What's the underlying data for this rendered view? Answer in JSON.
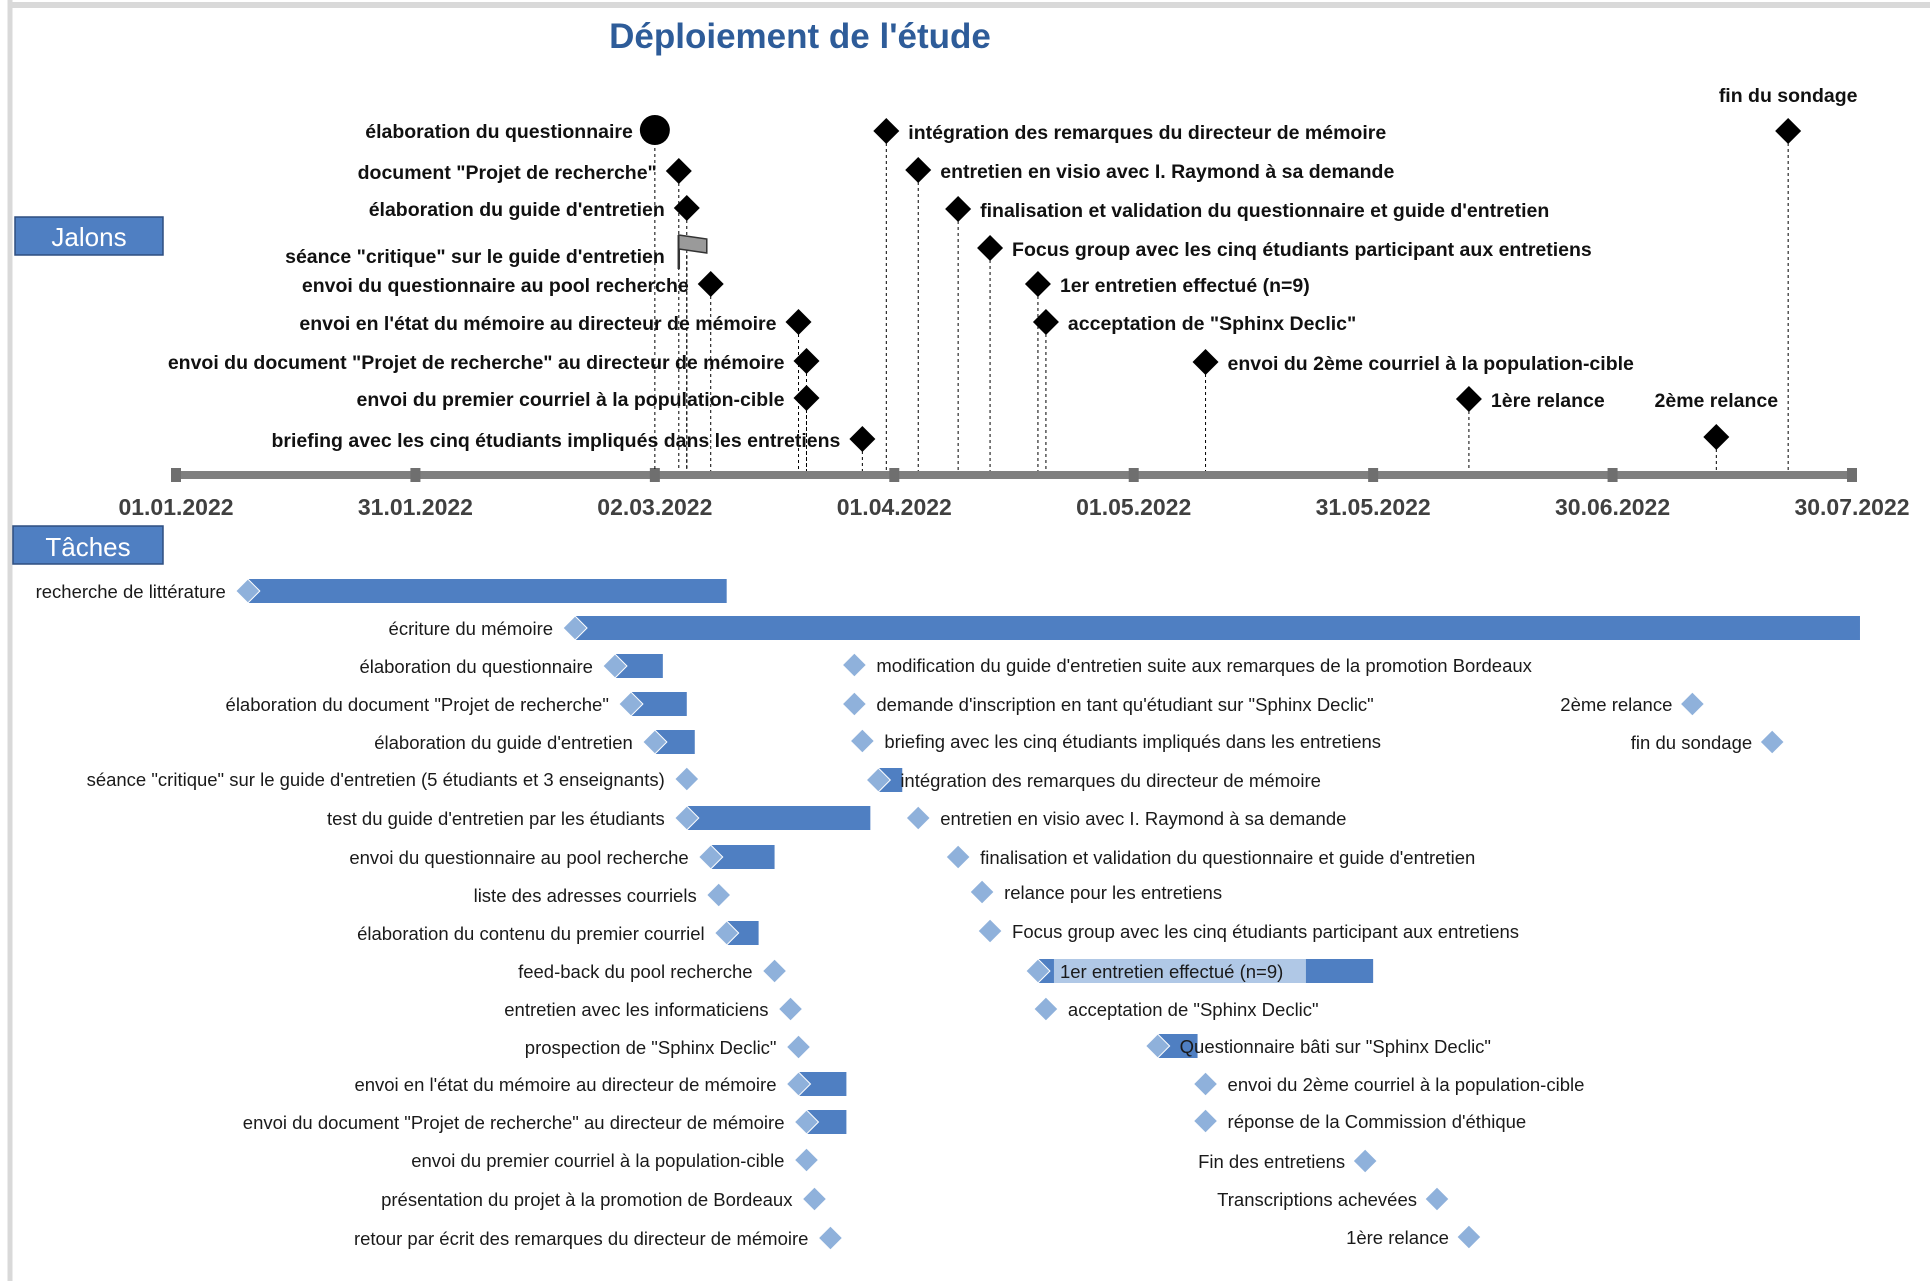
{
  "title": "Déploiement de l'étude",
  "sections": {
    "milestones": "Jalons",
    "tasks": "Tâches"
  },
  "colors": {
    "title": "#2e5c99",
    "bar": "#4f7fc2",
    "bar_pale": "#b0c8e6",
    "diamond_task": "#8fb1db",
    "axis": "#7f7f7f",
    "milestone": "#000000"
  },
  "axis": {
    "start": "2022-01-01",
    "end": "2022-07-30",
    "ticks": [
      {
        "date": "2022-01-01",
        "label": "01.01.2022"
      },
      {
        "date": "2022-01-31",
        "label": "31.01.2022"
      },
      {
        "date": "2022-03-02",
        "label": "02.03.2022"
      },
      {
        "date": "2022-04-01",
        "label": "01.04.2022"
      },
      {
        "date": "2022-05-01",
        "label": "01.05.2022"
      },
      {
        "date": "2022-05-31",
        "label": "31.05.2022"
      },
      {
        "date": "2022-06-30",
        "label": "30.06.2022"
      },
      {
        "date": "2022-07-30",
        "label": "30.07.2022"
      }
    ]
  },
  "milestones": [
    {
      "label": "élaboration du questionnaire",
      "date": "2022-03-02",
      "marker": "circle",
      "side": "left"
    },
    {
      "label": "document \"Projet de recherche\"",
      "date": "2022-03-05",
      "marker": "diamond",
      "side": "left"
    },
    {
      "label": "élaboration du guide d'entretien",
      "date": "2022-03-06",
      "marker": "diamond",
      "side": "left"
    },
    {
      "label": "séance \"critique\" sur le guide d'entretien",
      "date": "2022-03-06",
      "marker": "flag",
      "side": "left"
    },
    {
      "label": "envoi du questionnaire au pool recherche",
      "date": "2022-03-09",
      "marker": "diamond",
      "side": "left"
    },
    {
      "label": "envoi en l'état du mémoire au directeur de mémoire",
      "date": "2022-03-20",
      "marker": "diamond",
      "side": "left"
    },
    {
      "label": "envoi du document \"Projet de recherche\" au directeur de mémoire",
      "date": "2022-03-21",
      "marker": "diamond",
      "side": "left"
    },
    {
      "label": "envoi du premier courriel à la population-cible",
      "date": "2022-03-21",
      "marker": "diamond",
      "side": "left"
    },
    {
      "label": "briefing avec les cinq étudiants impliqués dans les entretiens",
      "date": "2022-03-28",
      "marker": "diamond",
      "side": "left"
    },
    {
      "label": "intégration des remarques du directeur de mémoire",
      "date": "2022-03-31",
      "marker": "diamond",
      "side": "right"
    },
    {
      "label": "entretien en visio avec I. Raymond à sa demande",
      "date": "2022-04-04",
      "marker": "diamond",
      "side": "right"
    },
    {
      "label": "finalisation et validation du questionnaire et guide d'entretien",
      "date": "2022-04-09",
      "marker": "diamond",
      "side": "right"
    },
    {
      "label": "Focus group avec les cinq étudiants participant aux entretiens",
      "date": "2022-04-13",
      "marker": "diamond",
      "side": "right"
    },
    {
      "label": "1er entretien effectué (n=9)",
      "date": "2022-04-19",
      "marker": "diamond",
      "side": "right"
    },
    {
      "label": "acceptation de \"Sphinx Declic\"",
      "date": "2022-04-20",
      "marker": "diamond",
      "side": "right"
    },
    {
      "label": "envoi du 2ème courriel à la population-cible",
      "date": "2022-05-10",
      "marker": "diamond",
      "side": "right"
    },
    {
      "label": "1ère relance",
      "date": "2022-06-12",
      "marker": "diamond",
      "side": "right"
    },
    {
      "label": "2ème relance",
      "date": "2022-07-13",
      "marker": "diamond",
      "side": "above"
    },
    {
      "label": "fin du sondage",
      "date": "2022-07-22",
      "marker": "diamond",
      "side": "above"
    }
  ],
  "tasks": [
    {
      "label": "recherche de littérature",
      "start": "2022-01-10",
      "end": "2022-03-11"
    },
    {
      "label": "écriture du mémoire",
      "start": "2022-02-20",
      "end": "2022-07-31"
    },
    {
      "label": "élaboration du questionnaire",
      "start": "2022-02-25",
      "end": "2022-03-03"
    },
    {
      "label": "élaboration du document \"Projet de recherche\"",
      "start": "2022-02-27",
      "end": "2022-03-06"
    },
    {
      "label": "élaboration du guide d'entretien",
      "start": "2022-03-02",
      "end": "2022-03-07"
    },
    {
      "label": "séance \"critique\" sur le guide d'entretien (5 étudiants et 3 enseignants)",
      "start": "2022-03-06",
      "end": "2022-03-06"
    },
    {
      "label": "test du guide d'entretien par les étudiants",
      "start": "2022-03-06",
      "end": "2022-03-29"
    },
    {
      "label": "envoi du questionnaire au pool recherche",
      "start": "2022-03-09",
      "end": "2022-03-17"
    },
    {
      "label": "liste des adresses courriels",
      "start": "2022-03-10",
      "end": "2022-03-10"
    },
    {
      "label": "élaboration du contenu du premier courriel",
      "start": "2022-03-11",
      "end": "2022-03-15"
    },
    {
      "label": "feed-back du pool recherche",
      "start": "2022-03-17",
      "end": "2022-03-17"
    },
    {
      "label": "entretien avec les informaticiens",
      "start": "2022-03-19",
      "end": "2022-03-19"
    },
    {
      "label": "prospection de \"Sphinx Declic\"",
      "start": "2022-03-20",
      "end": "2022-03-20"
    },
    {
      "label": "envoi en l'état du mémoire au directeur de mémoire",
      "start": "2022-03-20",
      "end": "2022-03-26"
    },
    {
      "label": "envoi du document \"Projet de recherche\" au directeur de mémoire",
      "start": "2022-03-21",
      "end": "2022-03-26"
    },
    {
      "label": "envoi du premier courriel à la population-cible",
      "start": "2022-03-21",
      "end": "2022-03-21"
    },
    {
      "label": "présentation du projet à la promotion de Bordeaux",
      "start": "2022-03-22",
      "end": "2022-03-22"
    },
    {
      "label": "retour par écrit des remarques du directeur de mémoire",
      "start": "2022-03-24",
      "end": "2022-03-24"
    },
    {
      "label": "modification du guide d'entretien suite aux remarques de la promotion Bordeaux",
      "start": "2022-03-27",
      "end": "2022-03-27"
    },
    {
      "label": "demande d'inscription en tant qu'étudiant sur \"Sphinx Declic\"",
      "start": "2022-03-27",
      "end": "2022-03-27"
    },
    {
      "label": "briefing avec les cinq étudiants impliqués dans les entretiens",
      "start": "2022-03-28",
      "end": "2022-03-28"
    },
    {
      "label": "intégration des remarques du directeur de mémoire",
      "start": "2022-03-30",
      "end": "2022-04-02"
    },
    {
      "label": "entretien en visio avec I. Raymond à sa demande",
      "start": "2022-04-04",
      "end": "2022-04-04"
    },
    {
      "label": "finalisation et validation du questionnaire et guide d'entretien",
      "start": "2022-04-09",
      "end": "2022-04-09"
    },
    {
      "label": "relance pour les entretiens",
      "start": "2022-04-12",
      "end": "2022-04-12"
    },
    {
      "label": "Focus group avec les cinq étudiants participant aux entretiens",
      "start": "2022-04-13",
      "end": "2022-04-13"
    },
    {
      "label": "1er entretien effectué (n=9)",
      "start": "2022-04-19",
      "end": "2022-05-31"
    },
    {
      "label": "acceptation de \"Sphinx Declic\"",
      "start": "2022-04-20",
      "end": "2022-04-20"
    },
    {
      "label": "Questionnaire bâti sur \"Sphinx Declic\"",
      "start": "2022-05-04",
      "end": "2022-05-09"
    },
    {
      "label": "envoi du 2ème courriel à la population-cible",
      "start": "2022-05-10",
      "end": "2022-05-10"
    },
    {
      "label": "réponse de la Commission d'éthique",
      "start": "2022-05-10",
      "end": "2022-05-10"
    },
    {
      "label": "Fin des entretiens",
      "start": "2022-05-30",
      "end": "2022-05-30"
    },
    {
      "label": "Transcriptions achevées",
      "start": "2022-06-08",
      "end": "2022-06-08"
    },
    {
      "label": "1ère relance",
      "start": "2022-06-12",
      "end": "2022-06-12"
    },
    {
      "label": "2ème relance",
      "start": "2022-07-10",
      "end": "2022-07-10"
    },
    {
      "label": "fin du sondage",
      "start": "2022-07-20",
      "end": "2022-07-20"
    }
  ]
}
